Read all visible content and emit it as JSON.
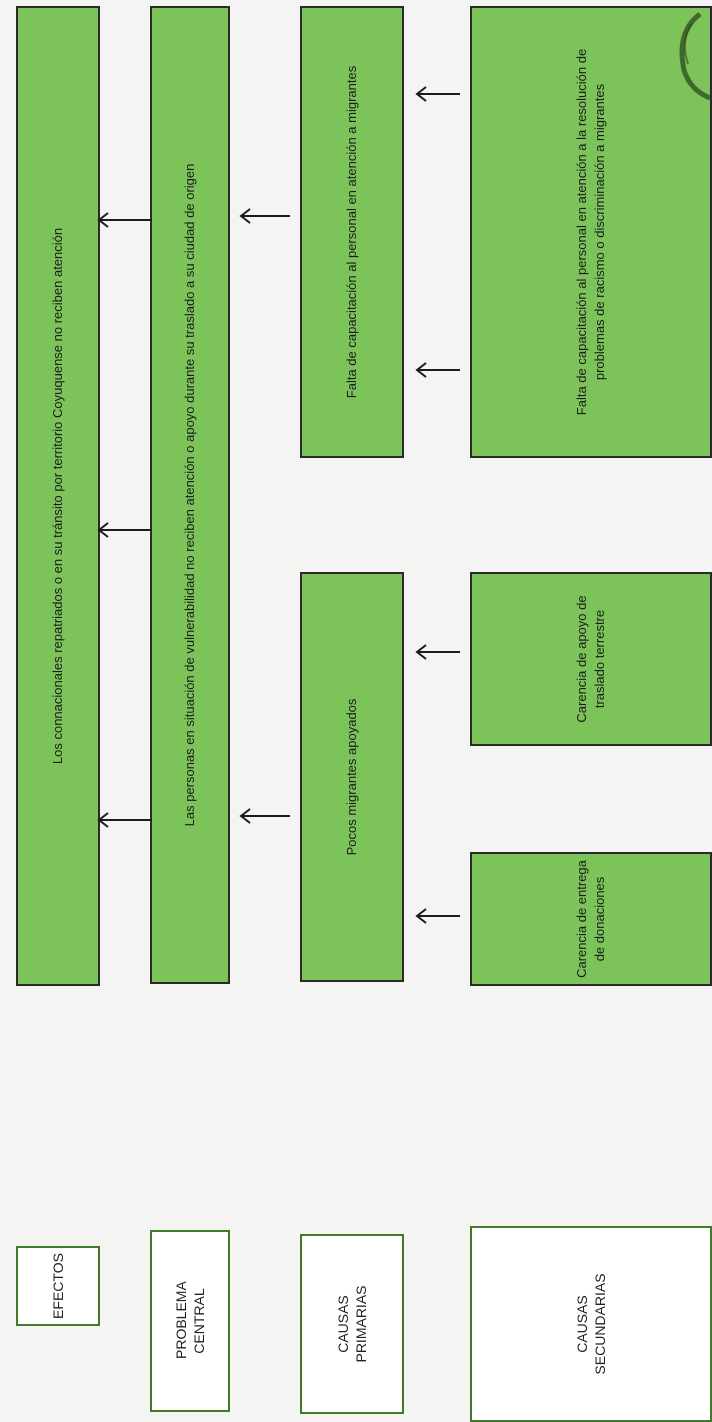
{
  "rows": [
    {
      "label": "EFECTOS"
    },
    {
      "label": "PROBLEMA CENTRAL"
    },
    {
      "label": "CAUSAS PRIMARIAS"
    },
    {
      "label": "CAUSAS SECUNDARIAS"
    }
  ],
  "nodes": {
    "efecto": "Los connacionales repatriados o en su tránsito por territorio Coyuquense no reciben atención",
    "problema_central": "Las personas en situación de vulnerabilidad no reciben atención o apoyo durante su traslado a su ciudad de origen",
    "causa_primaria_1": "Pocos migrantes apoyados",
    "causa_primaria_2": "Falta de capacitación al personal en atención a migrantes",
    "causa_secundaria_1": "Carencia de entrega de donaciones",
    "causa_secundaria_2": "Carencia de apoyo de traslado terrestre",
    "causa_secundaria_3": "Falta de capacitación al personal en atención a la resolución de problemas de racismo o discriminación a migrantes"
  },
  "colors": {
    "box_fill": "#7cc35a",
    "border": "#2a2a2a",
    "label_border": "#3f7a2a",
    "arrow": "#1c1c1c",
    "background": "#f4f4f2"
  }
}
